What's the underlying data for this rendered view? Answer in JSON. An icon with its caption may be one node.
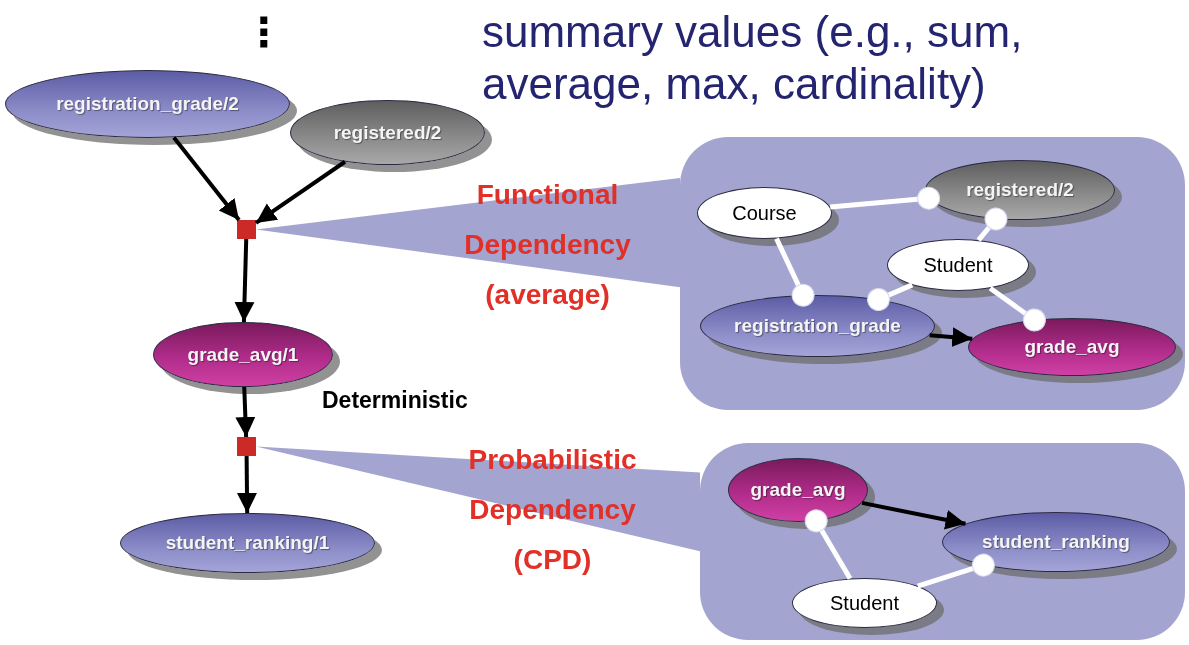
{
  "diagram": {
    "nodes": [
      {
        "text": [
          "registration_grade/2"
        ]
      },
      {
        "text": [
          "registered/2"
        ]
      },
      {
        "text": [],
        "shape": "box"
      },
      {
        "text": [
          "grade_avg/1"
        ]
      },
      {
        "text": [],
        "shape": "box"
      },
      {
        "text": [
          "student_ranking/1"
        ]
      },
      {
        "text": [],
        "shape": "box"
      },
      {
        "text": [
          "Course"
        ],
        "in": 6
      },
      {
        "text": [
          "registered/2"
        ],
        "in": 6
      },
      {
        "text": [
          "Student"
        ],
        "in": 6
      },
      {
        "text": [
          "registration_grade"
        ],
        "in": 6
      },
      {
        "text": [
          "grade_avg"
        ],
        "in": 6
      },
      {
        "text": [],
        "shape": "box"
      },
      {
        "text": [
          "grade_avg"
        ],
        "in": 12
      },
      {
        "text": [
          "student_ranking"
        ],
        "in": 12
      },
      {
        "text": [
          "Student"
        ],
        "in": 12
      }
    ],
    "edges": [
      {
        "from": 0,
        "to": 2,
        "arrow": "to"
      },
      {
        "from": 1,
        "to": 2,
        "arrow": "to"
      },
      {
        "from": 2,
        "to": 3,
        "arrow": "to"
      },
      {
        "from": 3,
        "to": 4,
        "arrow": "to"
      },
      {
        "from": 4,
        "to": 5,
        "arrow": "to"
      },
      {
        "from": 2,
        "to": 6,
        "arrow": "none",
        "label": "Functional Dependency (average)",
        "style": "thick",
        "color": "#a4a4d0"
      },
      {
        "from": 7,
        "to": 8,
        "arrow": "other",
        "color": "#ffffff"
      },
      {
        "from": 7,
        "to": 10,
        "arrow": "other",
        "color": "#ffffff"
      },
      {
        "from": 9,
        "to": 10,
        "arrow": "other",
        "color": "#ffffff"
      },
      {
        "from": 9,
        "to": 8,
        "arrow": "other",
        "color": "#ffffff"
      },
      {
        "from": 9,
        "to": 11,
        "arrow": "other",
        "color": "#ffffff"
      },
      {
        "from": 10,
        "to": 11,
        "arrow": "to"
      },
      {
        "from": 4,
        "to": 12,
        "arrow": "none",
        "label": "Probabilistic Dependency (CPD)",
        "style": "thick",
        "color": "#a4a4d0"
      },
      {
        "from": 13,
        "to": 14,
        "arrow": "to"
      },
      {
        "from": 15,
        "to": 13,
        "arrow": "other",
        "color": "#ffffff"
      },
      {
        "from": 15,
        "to": 14,
        "arrow": "other",
        "color": "#ffffff"
      }
    ],
    "labels": [
      "⋮",
      "summary values (e.g., sum, average, max, cardinality)",
      "Deterministic"
    ]
  }
}
